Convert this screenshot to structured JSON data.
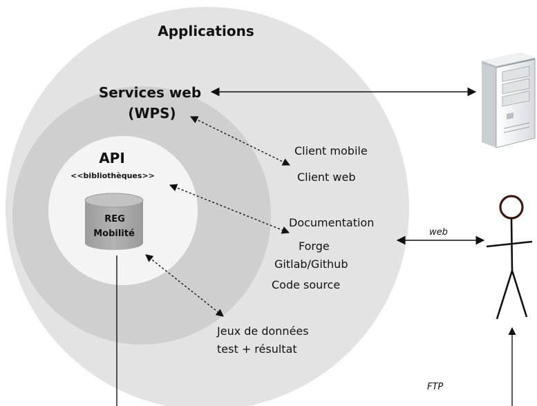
{
  "diagram": {
    "labels": {
      "applications": "Applications",
      "services_web_line1": "Services web",
      "services_web_line2": "(WPS)",
      "api": "API",
      "bibliotheques": "<<bibliothèques>>",
      "database_line1": "REG",
      "database_line2": "Mobilité",
      "client_mobile": "Client mobile",
      "client_web": "Client web",
      "documentation": "Documentation",
      "forge": "Forge",
      "gitlab_github": "Gitlab/Github",
      "code_source": "Code source",
      "jeux_line1": "Jeux de données",
      "jeux_line2": "test + résultat",
      "web_link": "web",
      "ftp_link": "FTP"
    },
    "colors": {
      "outer_circle": "#e3e3e3",
      "middle_circle": "#cfcfcf",
      "inner_circle": "#f4f4f4",
      "database": "#a9a9a9",
      "actor_head_stroke": "#3a1a14"
    },
    "icons": {
      "server": "desktop-tower-computer-icon",
      "user": "stick-figure-user-icon",
      "database": "database-cylinder-icon"
    }
  }
}
